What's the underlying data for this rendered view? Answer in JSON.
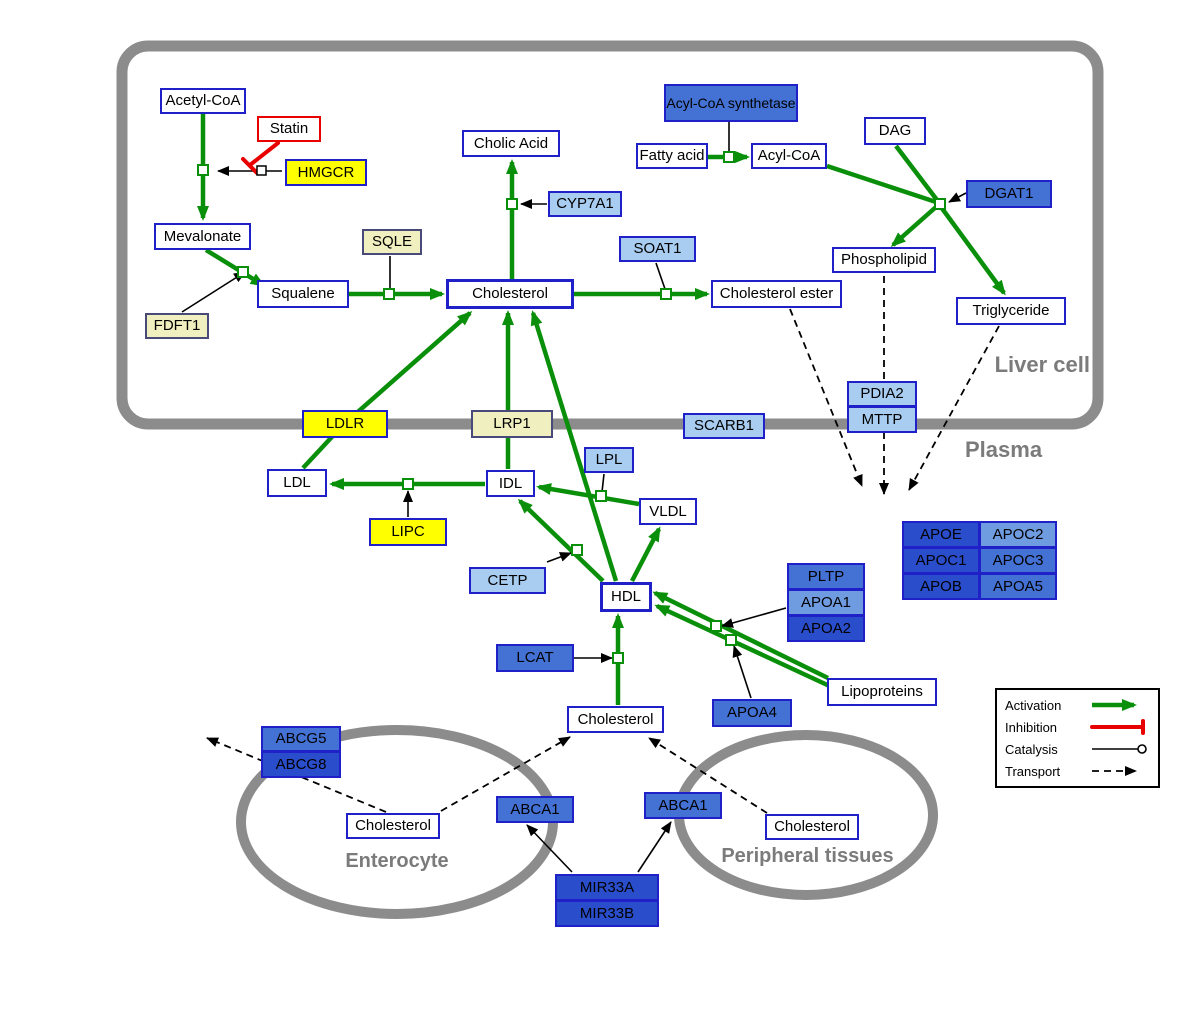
{
  "regions": {
    "liver": "Liver cell",
    "plasma": "Plasma",
    "enterocyte": "Enterocyte",
    "peripheral": "Peripheral tissues"
  },
  "nodes": {
    "acetyl_coa": "Acetyl-CoA",
    "statin": "Statin",
    "hmgcr": "HMGCR",
    "mevalonate": "Mevalonate",
    "sqle": "SQLE",
    "fdft1": "FDFT1",
    "squalene": "Squalene",
    "cholesterol_liver": "Cholesterol",
    "cholic_acid": "Cholic Acid",
    "cyp7a1": "CYP7A1",
    "soat1": "SOAT1",
    "cholesterol_ester": "Cholesterol ester",
    "acyl_coa_synthetase": "Acyl-CoA synthetase",
    "fatty_acid": "Fatty acid",
    "acyl_coa": "Acyl-CoA",
    "dag": "DAG",
    "dgat1": "DGAT1",
    "phospholipid": "Phospholipid",
    "triglyceride": "Triglyceride",
    "pdia2": "PDIA2",
    "mttp": "MTTP",
    "ldlr": "LDLR",
    "lrp1": "LRP1",
    "scarb1": "SCARB1",
    "ldl": "LDL",
    "idl": "IDL",
    "lpl": "LPL",
    "vldl": "VLDL",
    "lipc": "LIPC",
    "cetp": "CETP",
    "hdl": "HDL",
    "pltp": "PLTP",
    "apoa1": "APOA1",
    "apoa2": "APOA2",
    "apoe": "APOE",
    "apoc2": "APOC2",
    "apoc1": "APOC1",
    "apoc3": "APOC3",
    "apob": "APOB",
    "apoa5": "APOA5",
    "lcat": "LCAT",
    "apoa4": "APOA4",
    "lipoproteins": "Lipoproteins",
    "cholesterol_plasma": "Cholesterol",
    "abcg5": "ABCG5",
    "abcg8": "ABCG8",
    "cholesterol_enterocyte": "Cholesterol",
    "abca1_enterocyte": "ABCA1",
    "abca1_peripheral": "ABCA1",
    "cholesterol_peripheral": "Cholesterol",
    "mir33a": "MIR33A",
    "mir33b": "MIR33B"
  },
  "legend": {
    "items": [
      {
        "id": "activation",
        "label": "Activation"
      },
      {
        "id": "inhibition",
        "label": "Inhibition"
      },
      {
        "id": "catalysis",
        "label": "Catalysis"
      },
      {
        "id": "transport",
        "label": "Transport"
      }
    ]
  },
  "colors": {
    "activation": "#0a8f0a",
    "inhibition": "#e80000",
    "membrane": "#8c8c8c",
    "node_border": "#2020c8",
    "yellow": "#ffff00",
    "cream": "#efefc0",
    "light_blue": "#a8cdf0",
    "blue": "#4472d4",
    "mid_blue": "#6f9be0",
    "dark_blue": "#2a4ecb"
  }
}
